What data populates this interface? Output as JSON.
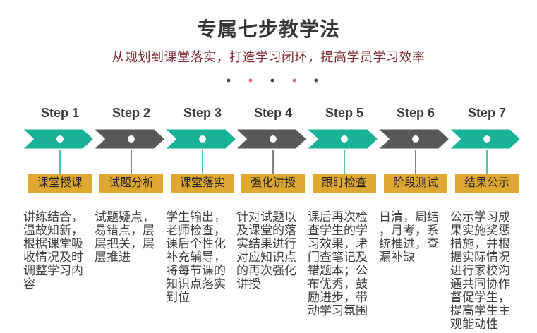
{
  "header": {
    "title": "专属七步教学法",
    "subtitle": "从规划到课堂落实，打造学习闭环，提高学员学习效率",
    "dot_colors": [
      "#4a4a4a",
      "#e06b79",
      "#4a4a4a",
      "#e06b79",
      "#4a4a4a"
    ]
  },
  "colors": {
    "teal_accent": "#19b198",
    "dark_accent": "#58585a",
    "tag_background": "#dfa830",
    "subtitle_red": "#7d2a32"
  },
  "steps": [
    {
      "step_label": "Step 1",
      "color": "#19b198",
      "tag": "课堂授课",
      "description": "讲练结合，\n温故知新，\n根据课堂吸\n收情况及时\n调整学习内\n容"
    },
    {
      "step_label": "Step 2",
      "color": "#58585a",
      "tag": "试题分析",
      "description": "试题疑点，\n易错点，层\n层把关，层\n层推进"
    },
    {
      "step_label": "Step 3",
      "color": "#19b198",
      "tag": "课堂落实",
      "description": "学生输出，\n老师检查，\n课后个性化\n补充辅导，\n将每节课的\n知识点落实\n到位"
    },
    {
      "step_label": "Step 4",
      "color": "#58585a",
      "tag": "强化讲授",
      "description": "针对试题以\n及课堂的落\n实结果进行\n对应知识点\n的再次强化\n讲授"
    },
    {
      "step_label": "Step 5",
      "color": "#19b198",
      "tag": "跟盯检查",
      "description": "课后再次检\n查学生的学\n习效果，堵\n门查笔记及\n错题本；公\n布优秀，鼓\n励进步，带\n动学习氛围"
    },
    {
      "step_label": "Step 6",
      "color": "#58585a",
      "tag": "阶段测试",
      "description": "日清，周结\n，月考，系\n统推进，查\n漏补缺"
    },
    {
      "step_label": "Step 7",
      "color": "#19b198",
      "tag": "结果公示",
      "description": "公示学习成\n果实施奖惩\n措施，并根\n据实际情况\n进行家校沟\n通共同协作\n督促学生，\n提高学生主\n观能动性"
    }
  ]
}
